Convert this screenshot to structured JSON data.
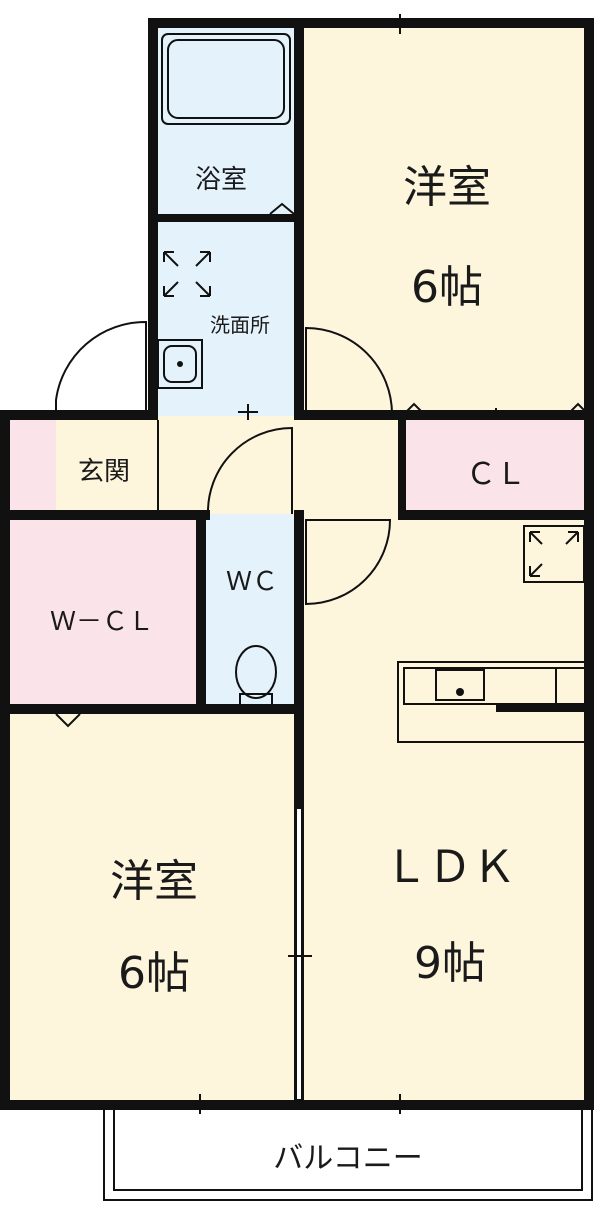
{
  "rooms": {
    "bedroom_top": {
      "name": "洋室",
      "size": "6帖"
    },
    "bedroom_bottom": {
      "name": "洋室",
      "size": "6帖"
    },
    "ldk": {
      "name": "ＬＤＫ",
      "size": "9帖"
    },
    "bathroom": {
      "name": "浴室"
    },
    "washroom": {
      "name": "洗面所"
    },
    "entrance": {
      "name": "玄関"
    },
    "closet": {
      "name": "ＣＬ"
    },
    "walk_in_closet": {
      "name": "Ｗ－ＣＬ"
    },
    "toilet": {
      "name": "ＷＣ"
    },
    "balcony": {
      "name": "バルコニー"
    }
  },
  "colors": {
    "wood_floor": "#fdf5dc",
    "wet_area": "#e3f2fb",
    "closet": "#fbe3ea",
    "wall": "#111111"
  }
}
